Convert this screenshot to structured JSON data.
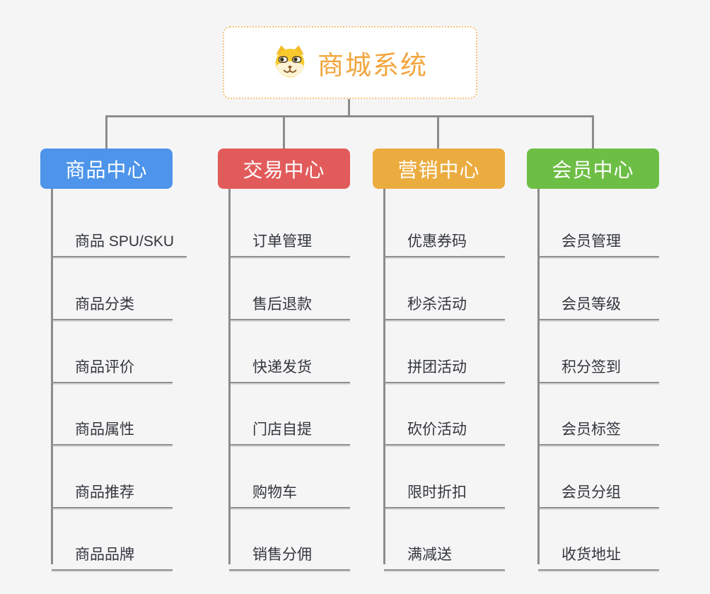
{
  "root": {
    "title": "商城系统",
    "icon": "doge-face-icon",
    "title_color": "#f2a63e",
    "border_color": "#f3c47c"
  },
  "connector_color": "#8c8c8c",
  "background_color": "#f5f5f6",
  "branches": [
    {
      "label": "商品中心",
      "color": "#4d94ea",
      "items": [
        "商品 SPU/SKU",
        "商品分类",
        "商品评价",
        "商品属性",
        "商品推荐",
        "商品品牌"
      ]
    },
    {
      "label": "交易中心",
      "color": "#e25b5b",
      "items": [
        "订单管理",
        "售后退款",
        "快递发货",
        "门店自提",
        "购物车",
        "销售分佣"
      ]
    },
    {
      "label": "营销中心",
      "color": "#ebac3f",
      "items": [
        "优惠券码",
        "秒杀活动",
        "拼团活动",
        "砍价活动",
        "限时折扣",
        "满减送"
      ]
    },
    {
      "label": "会员中心",
      "color": "#6dbe45",
      "items": [
        "会员管理",
        "会员等级",
        "积分签到",
        "会员标签",
        "会员分组",
        "收货地址"
      ]
    }
  ]
}
